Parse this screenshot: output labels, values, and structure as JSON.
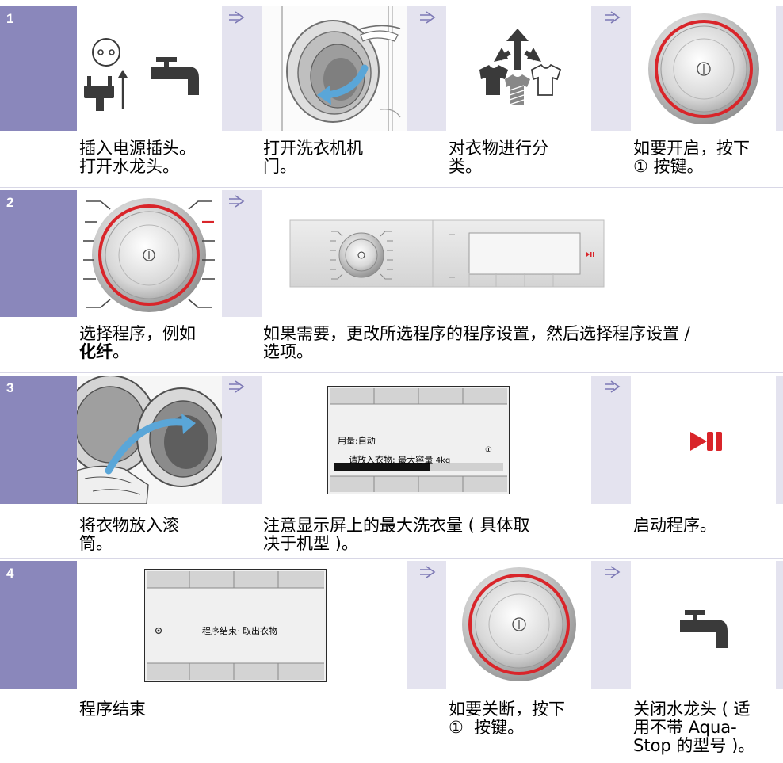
{
  "rows": [
    {
      "number": "1",
      "captions": [
        "插入电源插头。\n打开水龙头。",
        "打开洗衣机机\n门。",
        "对衣物进行分\n类。",
        "如要开启，按下\n① 按键。"
      ]
    },
    {
      "number": "2",
      "caption_select_pre": "选择程序，例如",
      "caption_select_bold": "化纤",
      "caption_select_post": "。",
      "caption_settings": "如果需要，更改所选程序的程序设置，然后选择程序设置 /\n选项。"
    },
    {
      "number": "3",
      "display": {
        "line1": "用量:自动",
        "line2_pre": "请放入衣物: 最大容量 ",
        "line2_value": "4kg",
        "power_symbol": "①"
      },
      "progress_fraction": 0.57,
      "captions": [
        "将衣物放入滚\n筒。",
        "注意显示屏上的最大洗衣量 ( 具体取\n决于机型 )。",
        "启动程序。"
      ]
    },
    {
      "number": "4",
      "display": {
        "message": "程序结束· 取出衣物"
      },
      "captions": [
        "程序结束",
        "如要关断，按下\n①  按键。",
        "关闭水龙头 ( 适\n用不带 Aqua-\nStop 的型号 )。"
      ]
    }
  ],
  "colors": {
    "band": "#e4e3ef",
    "number_block": "#8a87bb",
    "accent_red": "#d9252a",
    "arrow": "#7d79b5"
  },
  "icons": [
    "power-plug-icon",
    "water-tap-icon",
    "door-open-icon",
    "sort-clothes-icon",
    "power-knob-icon",
    "program-dial-icon",
    "control-panel-icon",
    "load-drum-icon",
    "lcd-display-icon",
    "start-pause-icon",
    "water-tap-closed-icon"
  ]
}
